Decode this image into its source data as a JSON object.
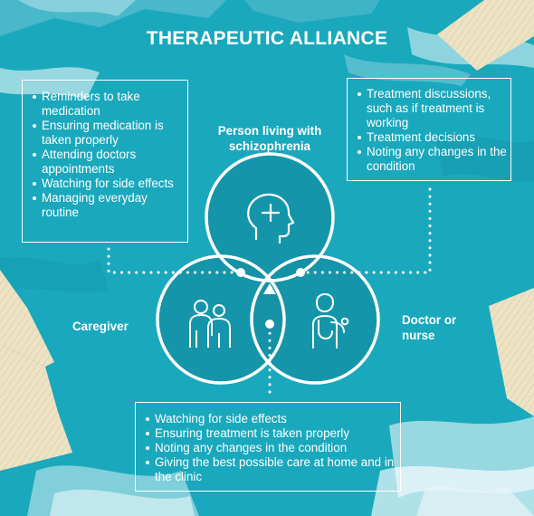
{
  "title": "THERAPEUTIC ALLIANCE",
  "nodes": {
    "person": {
      "label": "Person living with schizophrenia",
      "icon": "head-with-plus-icon"
    },
    "caregiver": {
      "label": "Caregiver",
      "icon": "two-people-icon"
    },
    "doctor": {
      "label": "Doctor or nurse",
      "icon": "doctor-with-stethoscope-icon"
    }
  },
  "caregiver_roles": [
    "Reminders to take medication",
    "Ensuring medication is taken properly",
    "Attending doctors appointments",
    "Watching for side effects",
    "Managing everyday routine"
  ],
  "doctor_roles": [
    "Treatment discussions, such as if treatment is working",
    "Treatment decisions",
    "Noting any changes in the condition"
  ],
  "shared_roles": [
    "Watching for side effects",
    "Ensuring treatment is taken properly",
    "Noting any changes in the condition",
    "Giving the best possible care at home and in the clinic"
  ],
  "colors": {
    "background": "#1aa8bd",
    "circle_fill": "#1592a6",
    "outline": "#ffffff",
    "tape": "#ede3c4"
  }
}
